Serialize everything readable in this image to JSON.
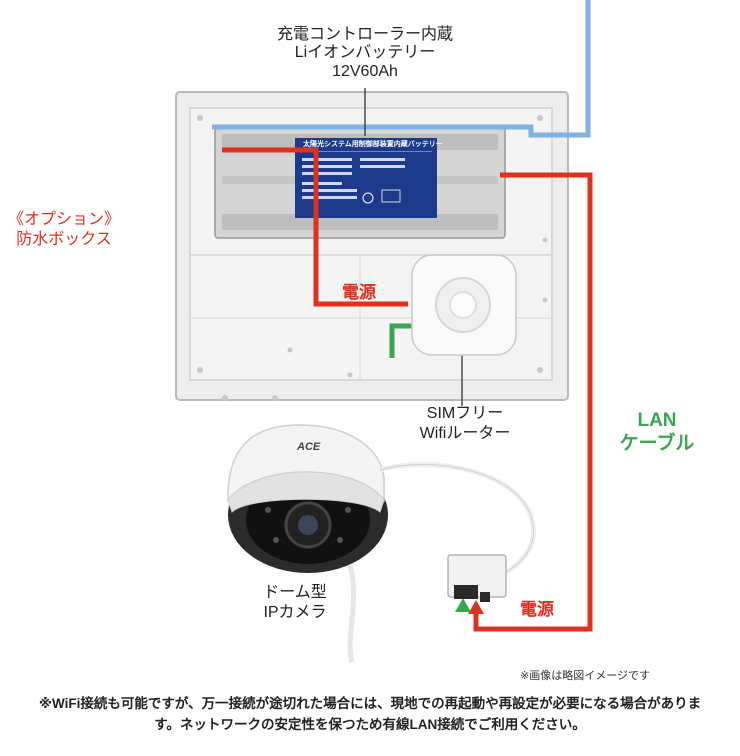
{
  "battery_label": [
    "充電コントローラー内蔵",
    "Liイオンバッテリー",
    "12V60Ah"
  ],
  "box_label": [
    "《オプション》",
    "防水ボックス"
  ],
  "power_label_1": "電源",
  "power_label_2": "電源",
  "router_label": [
    "SIMフリー",
    "Wifiルーター"
  ],
  "lan_label": [
    "LAN",
    "ケーブル"
  ],
  "camera_label": [
    "ドーム型",
    "IPカメラ"
  ],
  "battery_sticker_title": "太陽光システム用制御部装置内蔵バッテリー",
  "camera_brand": "ACE",
  "image_note": "※画像は略図イメージです",
  "footer_text": "※WiFi接続も可能ですが、万一接続が途切れた場合には、現地での再起動や再設定が必要になる場合があります。ネットワークの安定性を保つため有線LAN接続でご利用ください。",
  "colors": {
    "power_line": "#e0301e",
    "lan_line": "#3aa550",
    "blue_line": "#7fb2e0",
    "box_body": "#ededed",
    "sticker": "#1d3a8a"
  }
}
